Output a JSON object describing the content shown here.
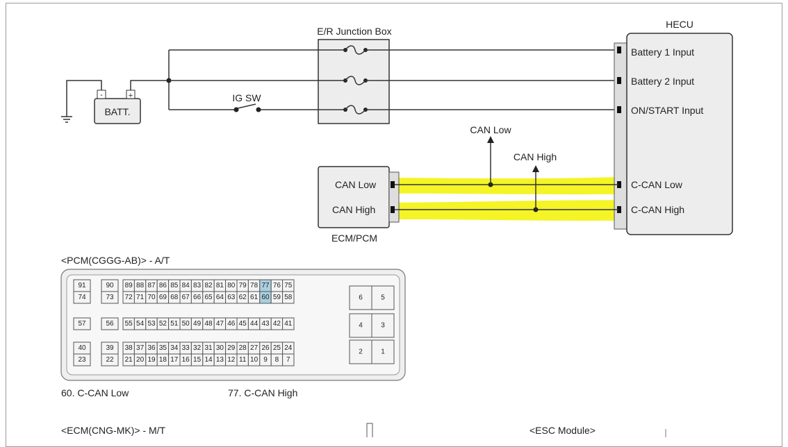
{
  "diagram": {
    "junction_box": "E/R Junction Box",
    "hecu": {
      "title": "HECU",
      "inputs": [
        "Battery 1 Input",
        "Battery 2 Input",
        "ON/START Input",
        "C-CAN Low",
        "C-CAN High"
      ]
    },
    "battery": {
      "label": "BATT.",
      "neg": "-",
      "pos": "+"
    },
    "ig_switch": "IG SW",
    "ecm": {
      "title": "ECM/PCM",
      "pins": [
        "CAN Low",
        "CAN High"
      ]
    },
    "branch_labels": [
      "CAN Low",
      "CAN High"
    ]
  },
  "connector": {
    "title": "<PCM(CGGG-AB)> - A/T",
    "highlight_pins": [
      "77",
      "60"
    ],
    "rows": [
      [
        [
          "91"
        ],
        [
          "90"
        ],
        [
          "89",
          "88",
          "87",
          "86",
          "85",
          "84",
          "83",
          "82",
          "81",
          "80",
          "79",
          "78",
          "77",
          "76",
          "75"
        ]
      ],
      [
        [
          "74"
        ],
        [
          "73"
        ],
        [
          "72",
          "71",
          "70",
          "69",
          "68",
          "67",
          "66",
          "65",
          "64",
          "63",
          "62",
          "61",
          "60",
          "59",
          "58"
        ]
      ],
      [
        [
          "57"
        ],
        [
          "56"
        ],
        [
          "55",
          "54",
          "53",
          "52",
          "51",
          "50",
          "49",
          "48",
          "47",
          "46",
          "45",
          "44",
          "43",
          "42",
          "41"
        ]
      ],
      [
        [
          "40"
        ],
        [
          "39"
        ],
        [
          "38",
          "37",
          "36",
          "35",
          "34",
          "33",
          "32",
          "31",
          "30",
          "29",
          "28",
          "27",
          "26",
          "25",
          "24"
        ]
      ],
      [
        [
          "23"
        ],
        [
          "22"
        ],
        [
          "21",
          "20",
          "19",
          "18",
          "17",
          "16",
          "15",
          "14",
          "13",
          "12",
          "11",
          "10",
          "9",
          "8",
          "7"
        ]
      ]
    ],
    "side_pins": [
      [
        "6",
        "5"
      ],
      [
        "4",
        "3"
      ],
      [
        "2",
        "1"
      ]
    ],
    "notes": [
      "60. C-CAN Low",
      "77. C-CAN High"
    ]
  },
  "footer": {
    "ecm_connector_title": "<ECM(CNG-MK)> - M/T",
    "esc_title": "<ESC Module>"
  }
}
